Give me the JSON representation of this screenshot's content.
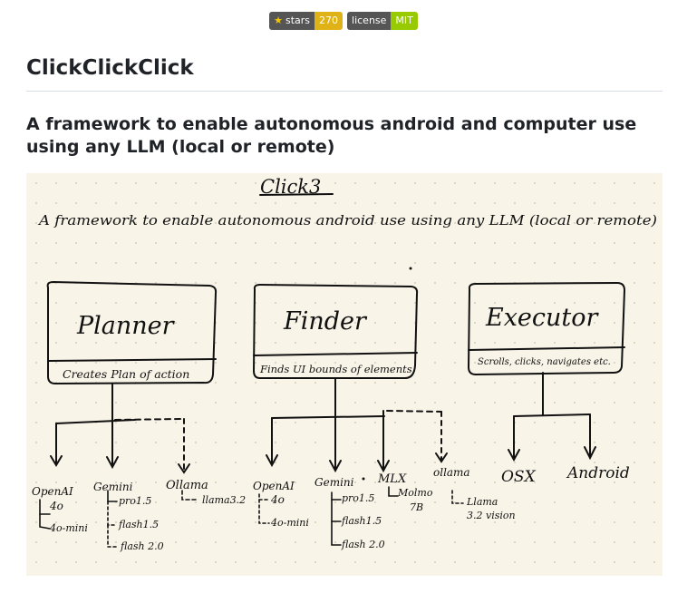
{
  "badges": [
    {
      "label": "stars",
      "value": "270",
      "icon": "star-icon",
      "value_color": "#dfb317"
    },
    {
      "label": "license",
      "value": "MIT",
      "value_color": "#97ca00"
    }
  ],
  "title": "ClickClickClick",
  "subtitle": "A framework to enable autonomous android and computer use using any LLM (local or remote)",
  "diagram": {
    "title": "Click3",
    "tagline": "A framework to enable autonomous android use using any LLM (local or remote)",
    "components": [
      {
        "name": "Planner",
        "desc": "Creates Plan of action"
      },
      {
        "name": "Finder",
        "desc": "Finds UI bounds of elements"
      },
      {
        "name": "Executor",
        "desc": "Scrolls, clicks, navigates etc."
      }
    ],
    "planner_models": {
      "openai": {
        "name": "OpenAI",
        "models": [
          "4o",
          "4o-mini"
        ]
      },
      "gemini": {
        "name": "Gemini",
        "models": [
          "pro1.5",
          "flash1.5",
          "flash 2.0"
        ]
      },
      "ollama": {
        "name": "Ollama",
        "models": [
          "llama3.2"
        ]
      }
    },
    "finder_models": {
      "openai": {
        "name": "OpenAI",
        "models": [
          "4o",
          "4o-mini"
        ]
      },
      "gemini": {
        "name": "Gemini",
        "models": [
          "pro1.5",
          "flash1.5",
          "flash 2.0"
        ]
      },
      "mlx": {
        "name": "MLX",
        "models": [
          "Molmo",
          "7B"
        ]
      },
      "ollama": {
        "name": "ollama",
        "models": [
          "Llama",
          "3.2 vision"
        ]
      }
    },
    "executor_targets": [
      "OSX",
      "Android"
    ]
  }
}
